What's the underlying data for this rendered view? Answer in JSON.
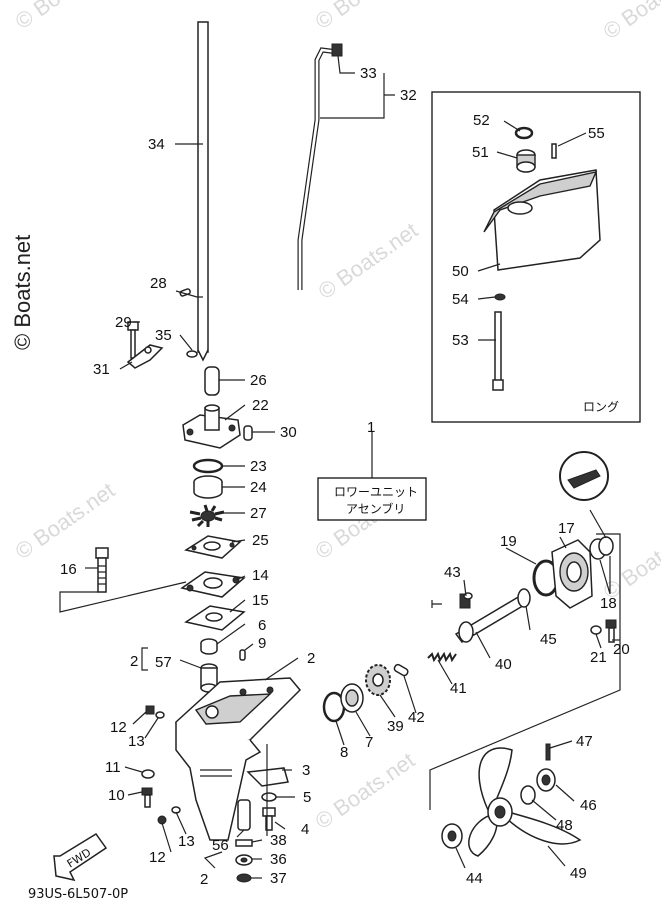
{
  "diagram_code": "93US-6L507-0P",
  "watermark": "© Boats.net",
  "kit_box_title": "ロワーユニット\nアセンブリ",
  "kit_box_line1": "ロワーユニット",
  "kit_box_line2": "アセンブリ",
  "inset_caption": "ロング",
  "fwd_label": "FWD",
  "callouts": {
    "c1": "1",
    "c2a": "2",
    "c2b": "2",
    "c2c": "2",
    "c3": "3",
    "c4": "4",
    "c5": "5",
    "c6": "6",
    "c7": "7",
    "c8": "8",
    "c9": "9",
    "c10": "10",
    "c11": "11",
    "c12a": "12",
    "c12b": "12",
    "c13a": "13",
    "c13b": "13",
    "c14": "14",
    "c15": "15",
    "c16": "16",
    "c17": "17",
    "c18": "18",
    "c19": "19",
    "c20": "20",
    "c21": "21",
    "c22": "22",
    "c23": "23",
    "c24": "24",
    "c25": "25",
    "c26": "26",
    "c27": "27",
    "c28": "28",
    "c29": "29",
    "c30": "30",
    "c31": "31",
    "c32": "32",
    "c33": "33",
    "c34": "34",
    "c35": "35",
    "c36": "36",
    "c37": "37",
    "c38": "38",
    "c39": "39",
    "c40": "40",
    "c41": "41",
    "c42": "42",
    "c43": "43",
    "c44": "44",
    "c45": "45",
    "c46": "46",
    "c47": "47",
    "c48": "48",
    "c49": "49",
    "c50": "50",
    "c51": "51",
    "c52": "52",
    "c53": "53",
    "c54": "54",
    "c55": "55",
    "c56": "56",
    "c57": "57"
  }
}
